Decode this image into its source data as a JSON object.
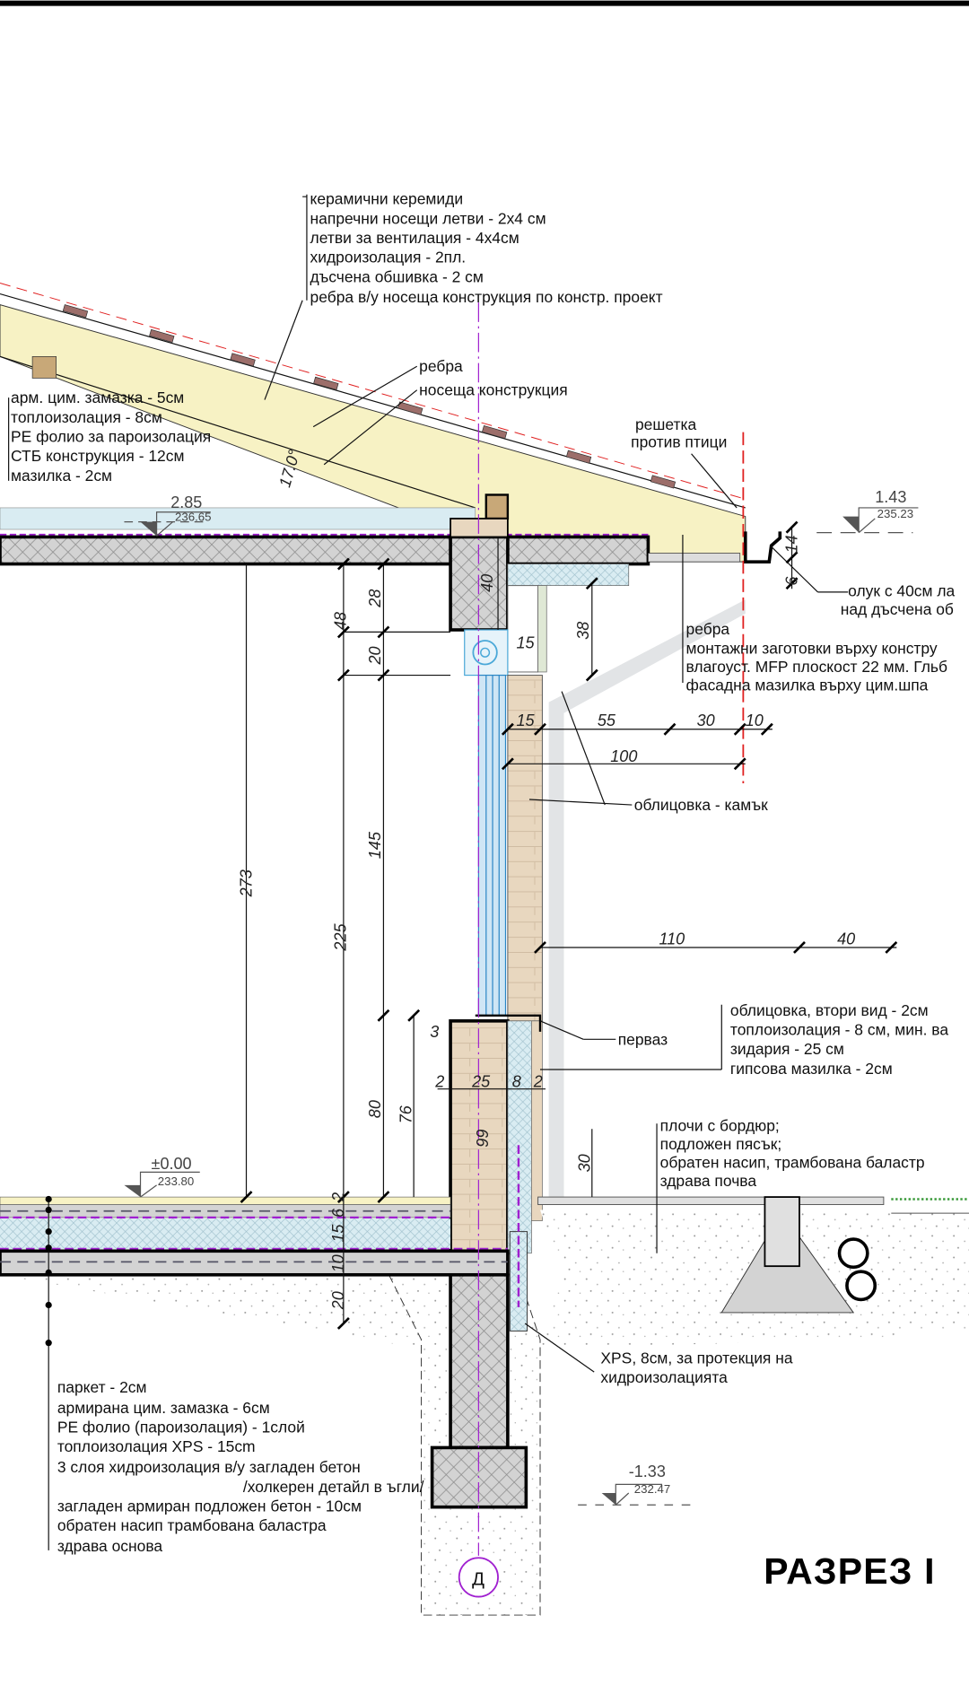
{
  "drawing": {
    "title": "РАЗРЕЗ I",
    "axis_marker": "Д",
    "colors": {
      "roof_insulation": "#f7f2c4",
      "tile": "#9c6e6a",
      "concrete": "#d3d3d3",
      "xps": "#d9ecf2",
      "masonry": "#e8d7bf",
      "vapour_barrier": "#a020d0",
      "red_line": "#e02020",
      "downpipe": "#e2e4e6"
    }
  },
  "roof_layers": [
    "керамични керемиди",
    "напречни носещи летви - 2х4 см",
    "летви за вентилация - 4х4см",
    "хидроизолация - 2пл.",
    "дъсчена обшивка - 2 см",
    "ребра в/у носеща конструкция по констр. проект"
  ],
  "roof_callouts": {
    "ribs": "ребра",
    "bearing": "носеща конструкция",
    "slope": "17.0°",
    "bird_grille_1": "решетка",
    "bird_grille_2": "против птици"
  },
  "attic_slab_layers": [
    "арм. цим. замазка - 5см",
    "топлоизолация - 8см",
    "РЕ фолио за пароизолация",
    "СТБ конструкция - 12см",
    "мазилка - 2см"
  ],
  "eave_layers": [
    "ребра",
    "монтажни заготовки върху констру",
    "влагоуст. MFP плоскост 22 мм. Гльб",
    "фасадна мазилка върху цим.шпа"
  ],
  "gutter_note": [
    "олук с 40см ла",
    "над дъсчена об"
  ],
  "cladding_note": "облицовка - камък",
  "sill_note": "перваз",
  "wall_layers": [
    "облицовка, втори вид - 2см",
    "топлоизолация - 8 см, мин. ва",
    "зидария - 25 см",
    "гипсова мазилка - 2см"
  ],
  "pavement_layers": [
    "плочи с бордюр;",
    "подложен пясък;",
    "обратен насип, трамбована баластр",
    "здрава почва"
  ],
  "xps_note": [
    "XPS, 8см, за протекция на",
    "хидроизолацията"
  ],
  "floor_layers": [
    "паркет - 2см",
    "армирана цим. замазка - 6см",
    "РЕ фолио (пароизолация) - 1слой",
    "топлоизолация XPS - 15cm",
    "3 слоя  хидроизолация в/у загладен бетон",
    "/холкерен детайл в ъгли/",
    "загладен армиран подложен бетон - 10см",
    "обратен насип трамбована баластра",
    "здрава основа"
  ],
  "elevations": [
    {
      "rel": "2.85",
      "abs": "236.65"
    },
    {
      "rel": "1.43",
      "abs": "235.23"
    },
    {
      "rel": "±0.00",
      "abs": "233.80"
    },
    {
      "rel": "-1.33",
      "abs": "232.47"
    }
  ],
  "dimensions": {
    "d273": "273",
    "d48": "48",
    "d225": "225",
    "d28": "28",
    "d20a": "20",
    "d145": "145",
    "d80": "80",
    "d76": "76",
    "d3": "3",
    "d40": "40",
    "d38": "38",
    "d15a": "15",
    "d15b": "15",
    "d55": "55",
    "d30a": "30",
    "d10a": "10",
    "d100": "100",
    "d14": "14",
    "d6": "6",
    "d110": "110",
    "d40b": "40",
    "d2a": "2",
    "d25": "25",
    "d8": "8",
    "d2b": "2",
    "d99": "99",
    "d30b": "30",
    "d2c": "2",
    "d6b": "6",
    "d15c": "15",
    "d10b": "10",
    "d20b": "20"
  }
}
